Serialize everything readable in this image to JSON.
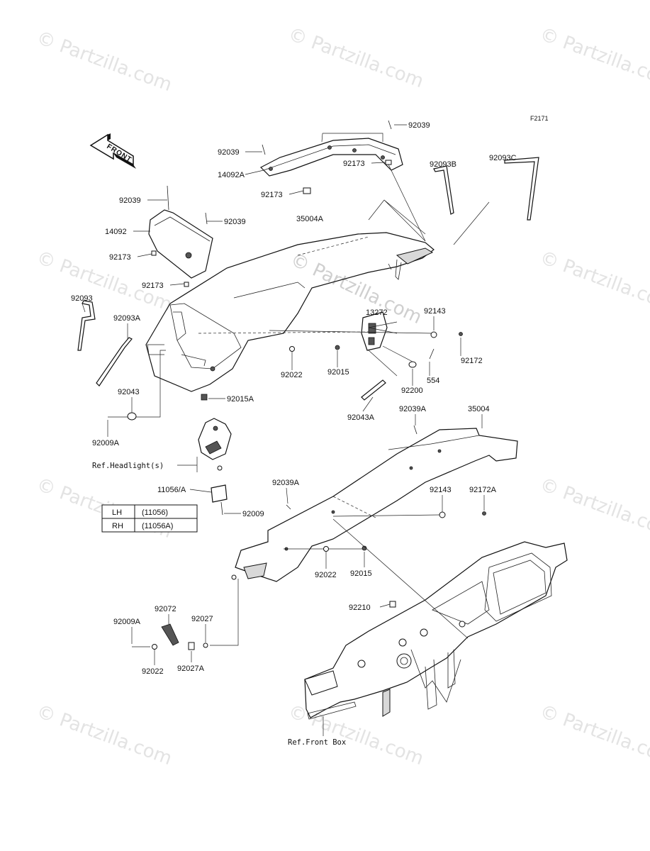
{
  "diagram_id": "F2171",
  "front_label": "FRONT",
  "watermark_text": "© Partzilla.com",
  "references": {
    "headlights": "Ref.Headlight(s)",
    "front_box": "Ref.Front Box",
    "part_11056": "11056/A"
  },
  "variant_table": {
    "rows": [
      {
        "side": "LH",
        "part": "(11056)"
      },
      {
        "side": "RH",
        "part": "(11056A)"
      }
    ]
  },
  "callouts": {
    "c92039_top_right": "92039",
    "c92039_top_left": "92039",
    "c14092A": "14092A",
    "c92173_a": "92173",
    "c92173_b": "92173",
    "c92093B": "92093B",
    "c92093C": "92093C",
    "c92039_left": "92039",
    "c92039_mid": "92039",
    "c14092": "14092",
    "c35004A": "35004A",
    "c92173_c": "92173",
    "c92173_d": "92173",
    "c92093": "92093",
    "c92093A": "92093A",
    "c13272": "13272",
    "c92143_a": "92143",
    "c92172": "92172",
    "c554": "554",
    "c92200": "92200",
    "c92022_a": "92022",
    "c92015_a": "92015",
    "c92043A": "92043A",
    "c92015A": "92015A",
    "c92043": "92043",
    "c92009A_a": "92009A",
    "c92039A_a": "92039A",
    "c35004": "35004",
    "c92039A_b": "92039A",
    "c92009": "92009",
    "c92143_b": "92143",
    "c92172A": "92172A",
    "c92022_b": "92022",
    "c92015_b": "92015",
    "c92210": "92210",
    "c92072": "92072",
    "c92027": "92027",
    "c92009A_b": "92009A",
    "c92022_c": "92022",
    "c92027A": "92027A"
  }
}
